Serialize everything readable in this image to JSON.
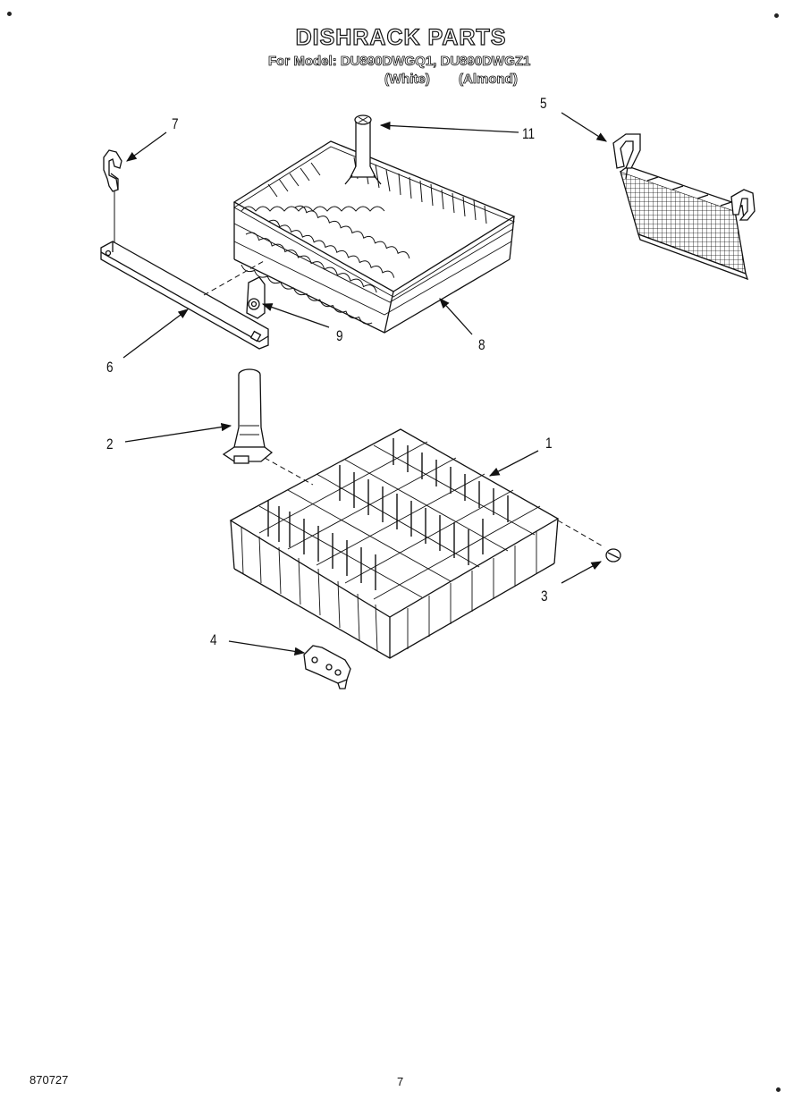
{
  "header": {
    "title": "DISHRACK PARTS",
    "model_line": "For Model: DU890DWGQ1, DU890DWGZ1",
    "variant_white": "(White)",
    "variant_almond": "(Almond)"
  },
  "callouts": {
    "c1": "1",
    "c2": "2",
    "c3": "3",
    "c4": "4",
    "c5": "5",
    "c6": "6",
    "c7": "7",
    "c8": "8",
    "c9": "9",
    "c11": "11"
  },
  "footer": {
    "doc_number": "870727",
    "page_number": "7"
  }
}
